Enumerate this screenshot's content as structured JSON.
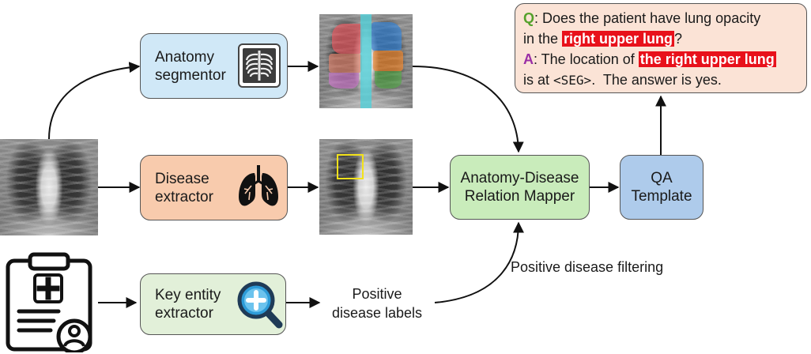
{
  "anatomy_segmentor": {
    "label_line1": "Anatomy",
    "label_line2": "segmentor",
    "icon": "ribcage-xray-icon"
  },
  "disease_extractor": {
    "label_line1": "Disease",
    "label_line2": "extractor",
    "icon": "lungs-icon"
  },
  "key_entity_extractor": {
    "label_line1": "Key entity",
    "label_line2": "extractor",
    "icon": "magnifier-plus-icon"
  },
  "mapper": {
    "label_line1": "Anatomy-Disease",
    "label_line2": "Relation Mapper"
  },
  "qa_template": {
    "label_line1": "QA",
    "label_line2": "Template"
  },
  "positive_labels": {
    "line1": "Positive",
    "line2": "disease labels"
  },
  "filtering_label": "Positive disease filtering",
  "report_icon": "clinical-report-icon",
  "qa_example": {
    "q_tag": "Q",
    "q_text": ": Does the patient have lung opacity",
    "q_line2_pre": "in the ",
    "q_highlight": "right upper lung",
    "q_line2_post": "?",
    "a_tag": "A",
    "a_text": ": The location of ",
    "a_highlight": "the right upper lung",
    "a_line2_pre": "is at ",
    "a_seg_token": "<SEG>",
    "a_line2_post": ".  The answer is yes."
  },
  "colors": {
    "anatomy_box": "#d0e8f7",
    "disease_box": "#f8cbad",
    "entity_box": "#e2f0d9",
    "mapper_box": "#c9ecbb",
    "qa_box": "#aecbeb",
    "qa_bubble": "#fbe3d6",
    "q_tag": "#55a12c",
    "a_tag": "#9a2fa6",
    "highlight": "#e8111b",
    "bbox": "#f3e21a"
  }
}
